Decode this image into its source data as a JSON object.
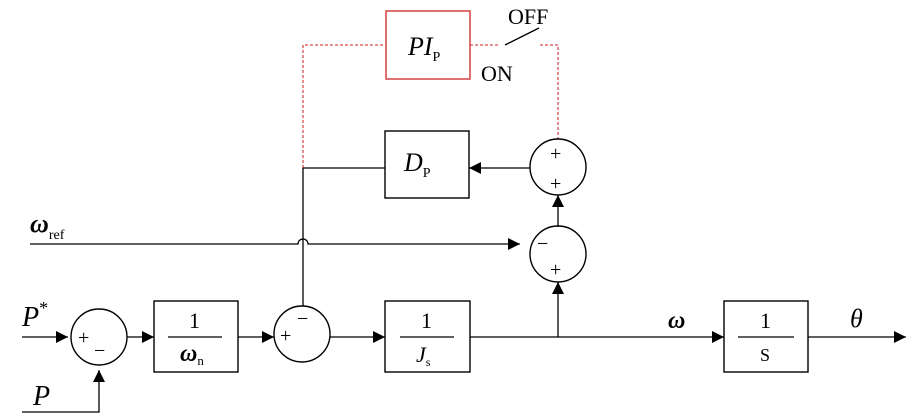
{
  "colors": {
    "line": "#000000",
    "pi_branch": "#d94b4b",
    "background": "#ffffff"
  },
  "signals": {
    "p_star_main": "P",
    "p_star_sup": "*",
    "p_main": "P",
    "omega_ref_main": "ω",
    "omega_ref_sub": "ref",
    "omega": "ω",
    "theta": "θ"
  },
  "blocks": {
    "pi": {
      "main": "PI",
      "sub": "P"
    },
    "dp": {
      "main": "D",
      "sub": "P"
    },
    "inv_omega_n": {
      "num": "1",
      "den_main": "ω",
      "den_sub": "n"
    },
    "inv_js": {
      "num": "1",
      "den_main": "J",
      "den_sub": "s"
    },
    "integrator": {
      "num": "1",
      "den": "S"
    }
  },
  "switch": {
    "off_label": "OFF",
    "on_label": "ON"
  },
  "summing_signs": {
    "sum1": {
      "left": "+",
      "bottom": "−"
    },
    "sum2": {
      "left": "+",
      "top": "−"
    },
    "sum3": {
      "top": "+",
      "bottom": "+"
    },
    "sum4": {
      "left": "−",
      "bottom": "+"
    }
  }
}
